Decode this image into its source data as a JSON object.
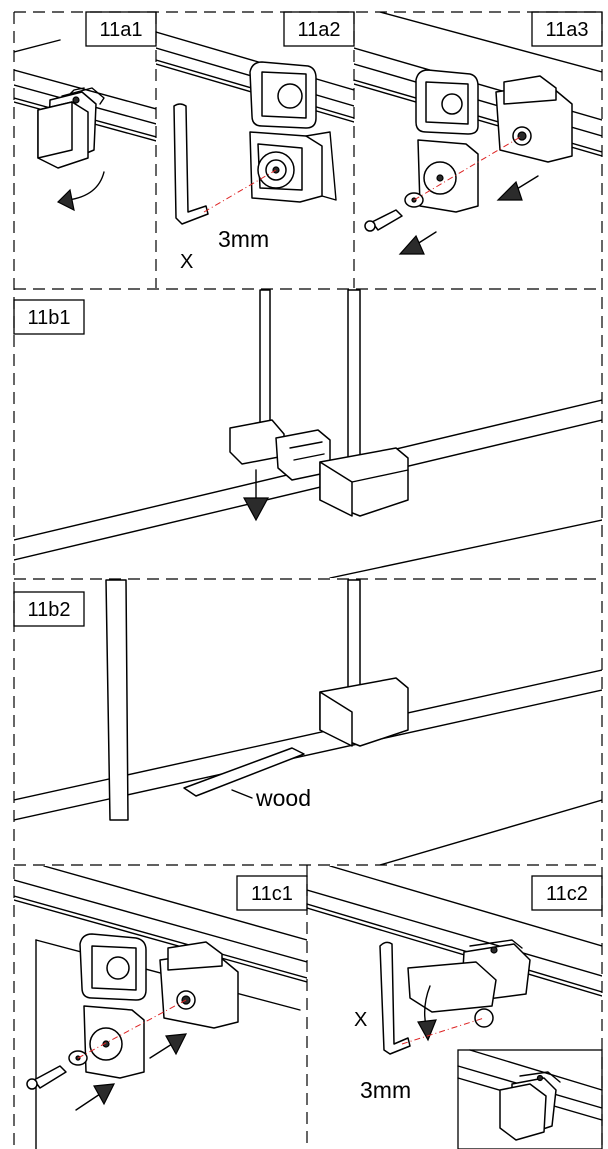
{
  "panels": {
    "p11a1": {
      "label": "11a1"
    },
    "p11a2": {
      "label": "11a2",
      "tool_size": "3mm",
      "marker": "X"
    },
    "p11a3": {
      "label": "11a3"
    },
    "p11b1": {
      "label": "11b1"
    },
    "p11b2": {
      "label": "11b2",
      "callout": "wood"
    },
    "p11c1": {
      "label": "11c1"
    },
    "p11c2": {
      "label": "11c2",
      "tool_size": "3mm",
      "marker": "X"
    }
  },
  "colors": {
    "line": "#000000",
    "axis": "#dd2222",
    "fill": "#ffffff"
  }
}
